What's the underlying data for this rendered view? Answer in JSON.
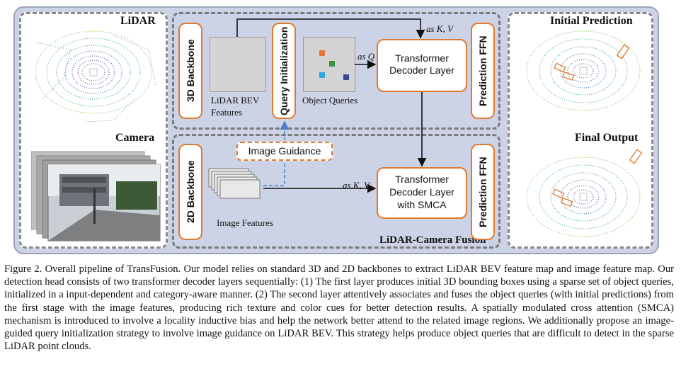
{
  "figure": {
    "labels": {
      "lidar": "LiDAR",
      "camera": "Camera",
      "initial_prediction": "Initial Prediction",
      "final_output": "Final Output",
      "fusion": "LiDAR-Camera Fusion"
    },
    "boxes": {
      "backbone_3d": "3D Backbone",
      "backbone_2d": "2D Backbone",
      "query_init": "Query Initialization",
      "decoder_1": "Transformer Decoder Layer",
      "decoder_2_line1": "Transformer",
      "decoder_2_line2": "Decoder Layer",
      "decoder_2_line3": "with SMCA",
      "ffn_1": "Prediction FFN",
      "ffn_2": "Prediction FFN",
      "image_guidance": "Image Guidance"
    },
    "text": {
      "bev_line1": "LiDAR BEV",
      "bev_line2": "Features",
      "object_queries": "Object Queries",
      "image_features": "Image Features",
      "as_kv_top": "as K, V",
      "as_q": "as Q",
      "as_kv_bottom": "as K, V"
    },
    "colors": {
      "frame_bg": "#cdd3e6",
      "orange_border": "#e07a2c",
      "guidance_dash": "#4a7fc7",
      "query_orange": "#e8743b",
      "query_green": "#3f8f3f",
      "query_blue": "#2aa8e0",
      "query_navy": "#3a4a9a"
    }
  },
  "caption": "Figure 2. Overall pipeline of TransFusion. Our model relies on standard 3D and 2D backbones to extract LiDAR BEV feature map and image feature map. Our detection head consists of two transformer decoder layers sequentially: (1) The first layer produces initial 3D bounding boxes using a sparse set of object queries, initialized in a input-dependent and category-aware manner. (2) The second layer attentively associates and fuses the object queries (with initial predictions) from the first stage with the image features, producing rich texture and color cues for better detection results. A spatially modulated cross attention (SMCA) mechanism is introduced to involve a locality inductive bias and help the network better attend to the related image regions. We additionally propose an image-guided query initialization strategy to involve image guidance on LiDAR BEV. This strategy helps produce object queries that are difficult to detect in the sparse LiDAR point clouds."
}
